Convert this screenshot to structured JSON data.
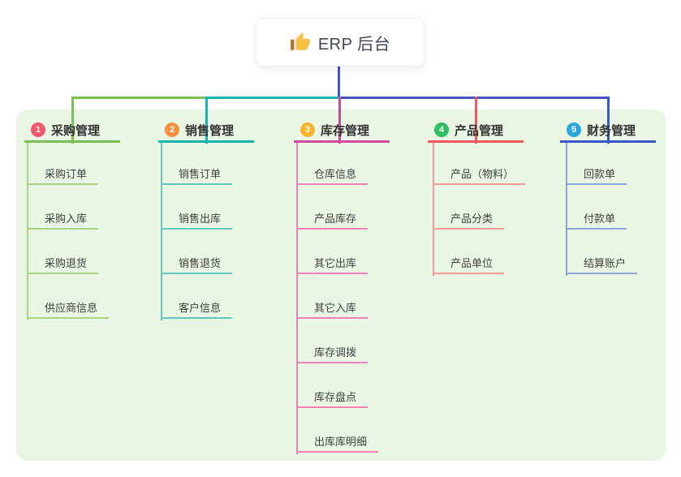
{
  "root": {
    "label": "ERP 后台",
    "icon": "thumbs-up-icon"
  },
  "colors": {
    "panel_bg": "#E9F6E3",
    "root_stem": "#4453C5",
    "card_bg": "#FFFFFF",
    "title_text": "#3C4657",
    "branch_text": "#333333",
    "child_text": "#404040",
    "icon_yellow": "#F6C244",
    "icon_sleeve": "#B8722C"
  },
  "branches": [
    {
      "number": "1",
      "label": "采购管理",
      "badge_color": "#F2566A",
      "line_color": "#7CBE50",
      "child_color": "#A9D284",
      "children": [
        "采购订单",
        "采购入库",
        "采购退货",
        "供应商信息"
      ]
    },
    {
      "number": "2",
      "label": "销售管理",
      "badge_color": "#F8913E",
      "line_color": "#12B5B0",
      "child_color": "#5FC6BF",
      "children": [
        "销售订单",
        "销售出库",
        "销售退货",
        "客户信息"
      ]
    },
    {
      "number": "3",
      "label": "库存管理",
      "badge_color": "#F7B32C",
      "line_color": "#CF4A9E",
      "child_color": "#F07FB3",
      "children": [
        "仓库信息",
        "产品库存",
        "其它出库",
        "其它入库",
        "库存调拨",
        "库存盘点",
        "出库库明细"
      ]
    },
    {
      "number": "4",
      "label": "产品管理",
      "badge_color": "#30BE62",
      "line_color": "#F1575C",
      "child_color": "#F59B97",
      "children": [
        "产品（物料）",
        "产品分类",
        "产品单位"
      ]
    },
    {
      "number": "5",
      "label": "财务管理",
      "badge_color": "#28A7DE",
      "line_color": "#3A57C8",
      "child_color": "#8CA3DC",
      "children": [
        "回款单",
        "付款单",
        "结算账户"
      ]
    }
  ]
}
